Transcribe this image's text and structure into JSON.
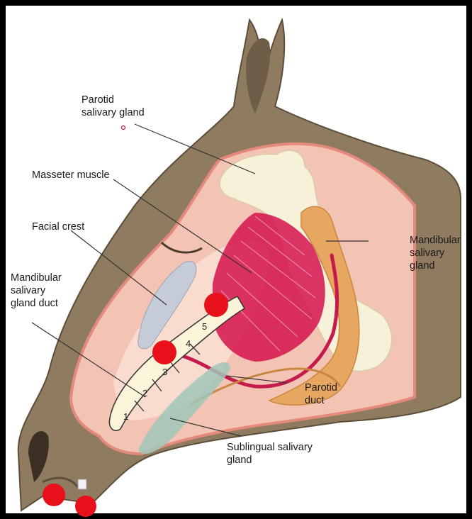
{
  "labels": {
    "parotid_gland": "Parotid\nsalivary gland",
    "masseter": "Masseter  muscle",
    "facial_crest": "Facial crest",
    "mand_gland_duct": "Mandibular\nsalivary\ngland duct",
    "mand_gland": "Mandibular\nsalivary\ngland",
    "parotid_duct": "Parotid\nduct",
    "sublingual": "Sublingual salivary\ngland"
  },
  "tooth_numbers": [
    "1",
    "2",
    "3",
    "4",
    "5"
  ],
  "colors": {
    "head": "#8f7b5f",
    "head_dark": "#6e5d47",
    "cheek": "#f3c3b3",
    "parotid": "#f7f1da",
    "masseter": "#d3134e",
    "mandibular": "#e8a760",
    "duct": "#c41a4c",
    "sublingual": "#9fc7b8",
    "crest": "#c5ccd8",
    "marker": "#e8101b"
  }
}
